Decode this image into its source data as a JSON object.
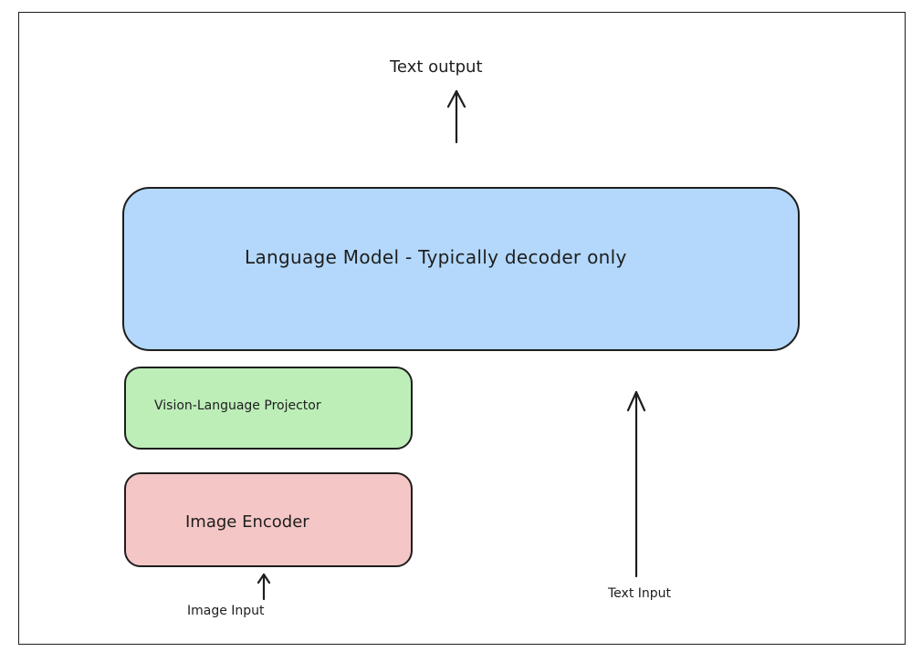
{
  "diagram": {
    "output_label": "Text output",
    "language_model": {
      "label": "Language Model - Typically decoder only",
      "fill_color": "#b3d8fb"
    },
    "projector": {
      "label": "Vision-Language Projector",
      "fill_color": "#bdeeb8"
    },
    "image_encoder": {
      "label": "Image Encoder",
      "fill_color": "#f5c6c6"
    },
    "image_input_label": "Image Input",
    "text_input_label": "Text Input"
  }
}
